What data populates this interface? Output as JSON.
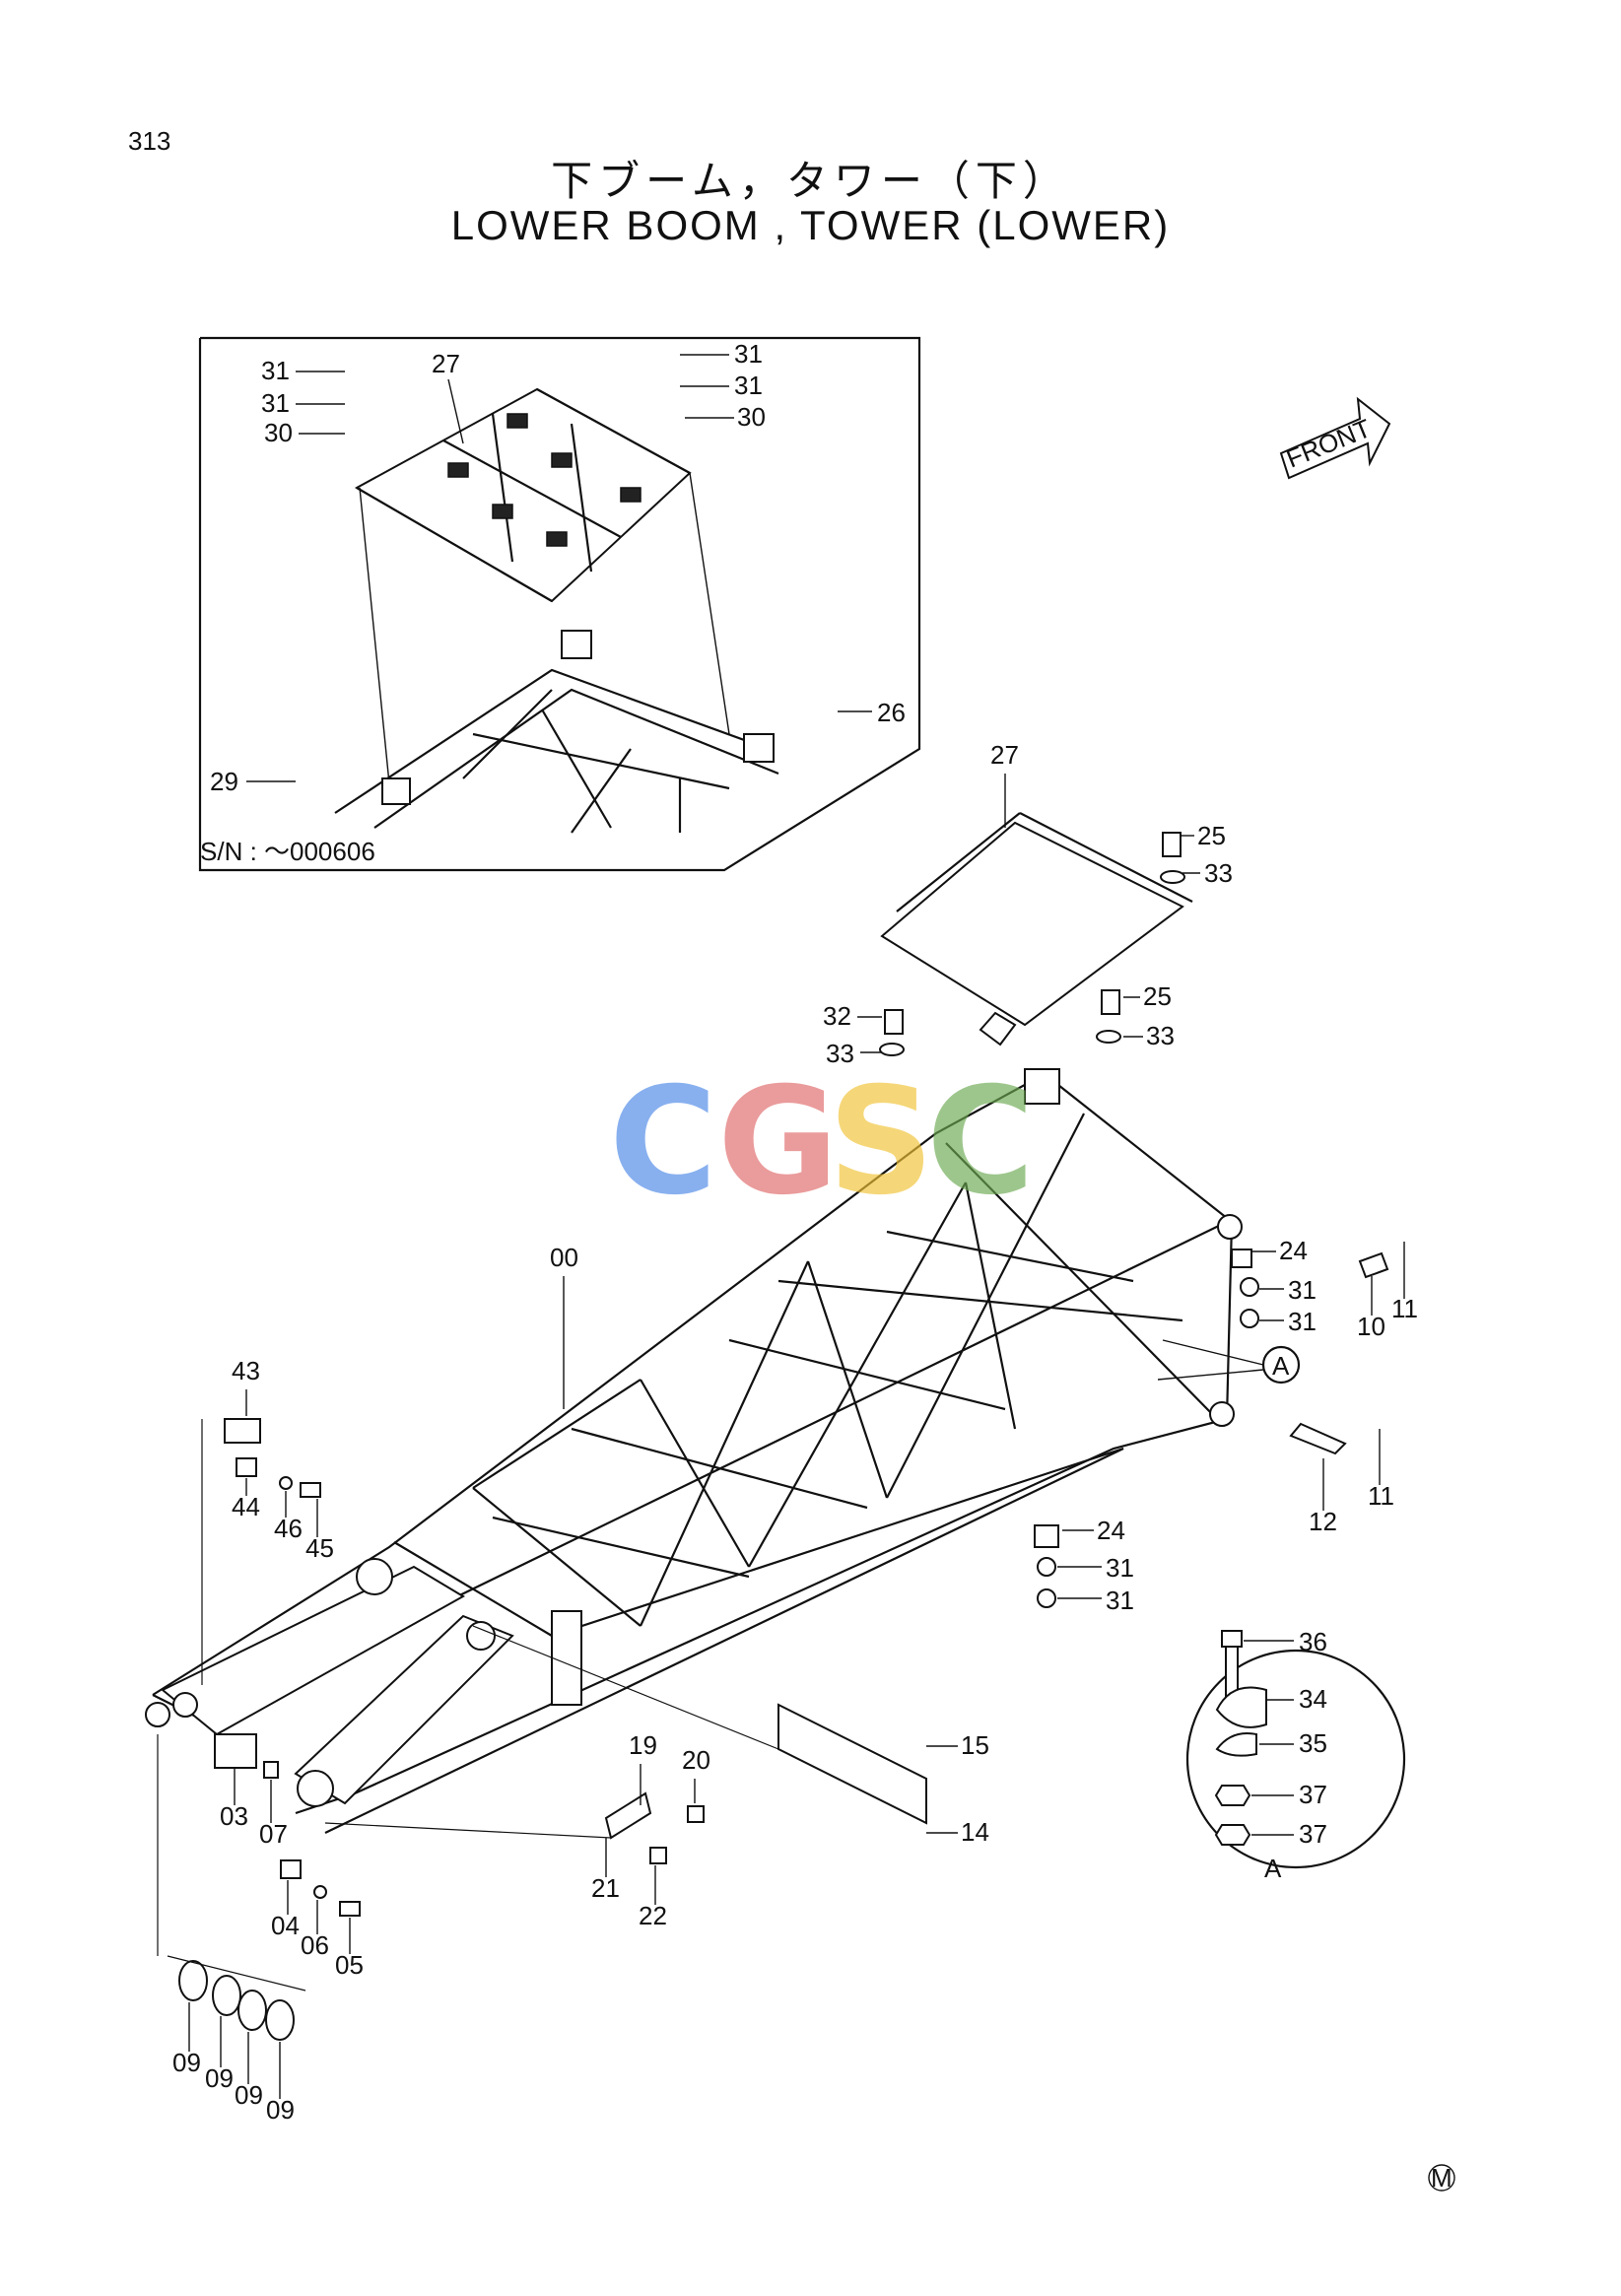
{
  "page_number": "313",
  "title_jp": "下ブーム，タワー（下）",
  "title_en": "LOWER BOOM , TOWER (LOWER)",
  "inset_serial": "S/N : ～000606",
  "front_label": "FRONT",
  "detail_label": "A",
  "callout_A": "A",
  "mark_M": "M",
  "watermark": {
    "letters": [
      "C",
      "G",
      "S",
      "C"
    ],
    "colors": [
      "#4a86e8",
      "#e06666",
      "#f1c232",
      "#6aa84f"
    ]
  },
  "labels": {
    "p31a": "31",
    "p31b": "31",
    "p30a": "30",
    "p27a": "27",
    "p31c": "31",
    "p31d": "31",
    "p30b": "30",
    "p26": "26",
    "p29": "29",
    "p27b": "27",
    "p25a": "25",
    "p33a": "33",
    "p32": "32",
    "p33b": "33",
    "p25b": "25",
    "p33c": "33",
    "p00": "00",
    "p24a": "24",
    "p31e": "31",
    "p31f": "31",
    "p10": "10",
    "p11a": "11",
    "p12": "12",
    "p11b": "11",
    "p43": "43",
    "p44": "44",
    "p46": "46",
    "p45": "45",
    "p24b": "24",
    "p31g": "31",
    "p31h": "31",
    "p36": "36",
    "p34": "34",
    "p35": "35",
    "p37a": "37",
    "p37b": "37",
    "p19": "19",
    "p20": "20",
    "p15": "15",
    "p14": "14",
    "p21": "21",
    "p22": "22",
    "p03": "03",
    "p07": "07",
    "p04": "04",
    "p06": "06",
    "p05": "05",
    "p09a": "09",
    "p09b": "09",
    "p09c": "09",
    "p09d": "09"
  }
}
